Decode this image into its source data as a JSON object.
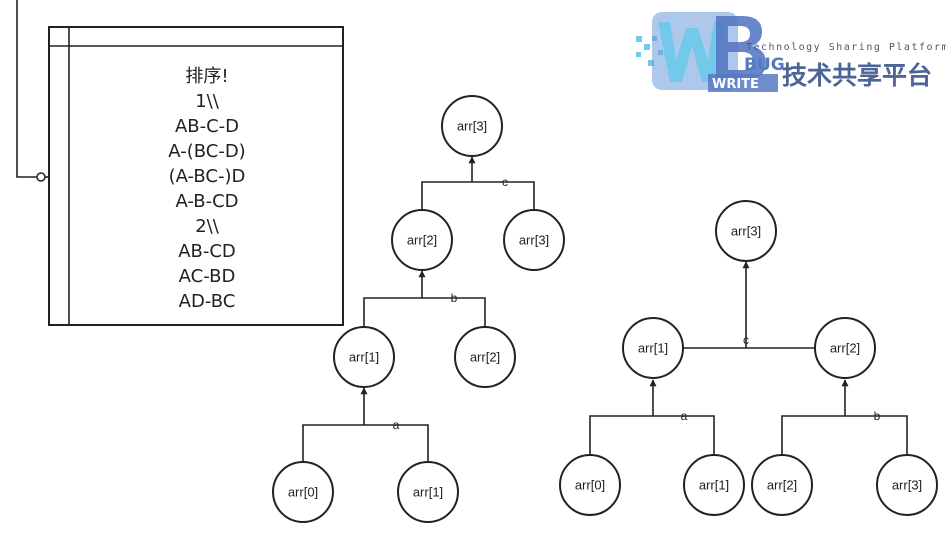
{
  "note": {
    "lines": [
      "排序!",
      "1\\\\",
      "AB-C-D",
      "A-(BC-D)",
      "(A-BC-)D",
      "A-B-CD",
      "2\\\\",
      "AB-CD",
      "AC-BD",
      "AD-BC"
    ]
  },
  "tree1": {
    "nodes": [
      "arr[3]",
      "arr[2]",
      "arr[3]",
      "arr[1]",
      "arr[2]",
      "arr[0]",
      "arr[1]"
    ],
    "edges": [
      "c",
      "b",
      "a"
    ]
  },
  "tree2": {
    "nodes": [
      "arr[3]",
      "arr[1]",
      "arr[2]",
      "arr[0]",
      "arr[1]",
      "arr[2]",
      "arr[3]"
    ],
    "edges": [
      "c",
      "a",
      "b"
    ]
  },
  "watermark": {
    "subtitle": "Technology Sharing Platform",
    "cn_text": "技术共享平台",
    "bug": "BUG",
    "write": "WRITE",
    "colors": {
      "blue": "#3a62b8",
      "cyan": "#5bc0e8"
    }
  }
}
